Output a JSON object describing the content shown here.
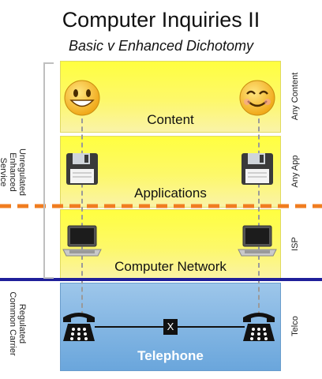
{
  "title": "Computer Inquiries II",
  "subtitle": "Basic v Enhanced Dichotomy",
  "layers": {
    "content": "Content",
    "applications": "Applications",
    "network": "Computer Network",
    "telephone": "Telephone"
  },
  "right_labels": {
    "content": "Any Content",
    "apps": "Any App",
    "isp": "ISP",
    "telco": "Telco"
  },
  "left_labels": {
    "unregulated": "Unregulated\nEnhanced\nService",
    "regulated": "Regulated\nCommon Carrier"
  },
  "switch_label": "X",
  "colors": {
    "dashed_divider": "#f07d20",
    "solid_divider": "#1f1f9a",
    "content_yellow": "#ffff40",
    "telephone_blue": "#6aa6dc"
  },
  "icons": [
    "smiley-icon",
    "floppy-disk-icon",
    "laptop-icon",
    "telephone-icon",
    "switch-icon"
  ]
}
